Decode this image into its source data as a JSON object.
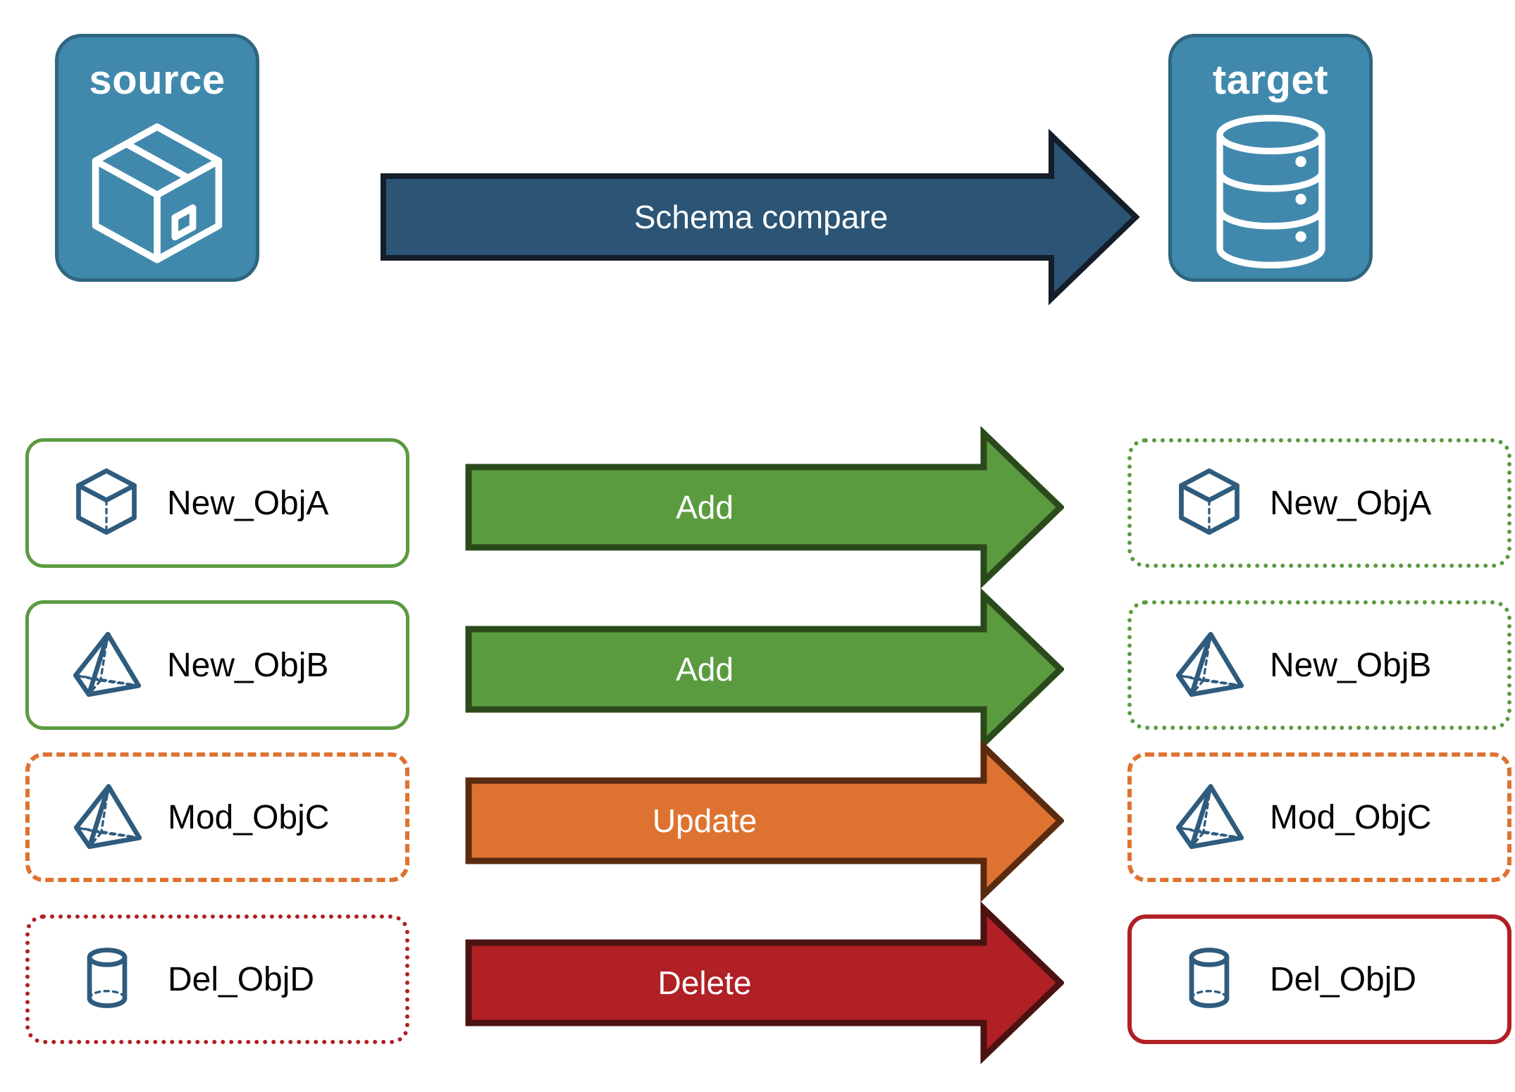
{
  "endpoints": {
    "source": {
      "title": "source",
      "icon": "package-box-icon"
    },
    "target": {
      "title": "target",
      "icon": "database-cylinder-icon"
    }
  },
  "main_flow": {
    "label": "Schema compare",
    "fill": "#2B5475",
    "stroke": "#141E2B"
  },
  "colors": {
    "endpoint_fill": "#4189AC",
    "endpoint_stroke": "#2E6680",
    "object_icon": "#2F5C7E",
    "add_green": "#5B9B40",
    "add_green_dark": "#2B4A1B",
    "update_orange": "#DE7331",
    "update_orange_dark": "#5A2B10",
    "delete_red": "#B02025",
    "delete_red_dark": "#4B1212",
    "label_text": "#000000"
  },
  "rows": [
    {
      "action": "Add",
      "arrow_fill": "#5B9B40",
      "arrow_stroke": "#2B4A1B",
      "source": {
        "label": "New_ObjA",
        "icon": "cube-wireframe-icon",
        "border_style": "solid",
        "border_color": "#5B9B40"
      },
      "target": {
        "label": "New_ObjA",
        "icon": "cube-wireframe-icon",
        "border_style": "dotted",
        "border_color": "#5B9B40"
      }
    },
    {
      "action": "Add",
      "arrow_fill": "#5B9B40",
      "arrow_stroke": "#2B4A1B",
      "source": {
        "label": "New_ObjB",
        "icon": "pyramid-wireframe-icon",
        "border_style": "solid",
        "border_color": "#5B9B40"
      },
      "target": {
        "label": "New_ObjB",
        "icon": "pyramid-wireframe-icon",
        "border_style": "dotted",
        "border_color": "#5B9B40"
      }
    },
    {
      "action": "Update",
      "arrow_fill": "#DE7331",
      "arrow_stroke": "#5A2B10",
      "source": {
        "label": "Mod_ObjC",
        "icon": "pyramid-wireframe-icon",
        "border_style": "dashed",
        "border_color": "#DE7331"
      },
      "target": {
        "label": "Mod_ObjC",
        "icon": "pyramid-wireframe-icon",
        "border_style": "dashed",
        "border_color": "#DE7331"
      }
    },
    {
      "action": "Delete",
      "arrow_fill": "#B02025",
      "arrow_stroke": "#4B1212",
      "source": {
        "label": "Del_ObjD",
        "icon": "cylinder-wireframe-icon",
        "border_style": "dotted",
        "border_color": "#B02025"
      },
      "target": {
        "label": "Del_ObjD",
        "icon": "cylinder-wireframe-icon",
        "border_style": "solid",
        "border_color": "#B02025"
      }
    }
  ]
}
